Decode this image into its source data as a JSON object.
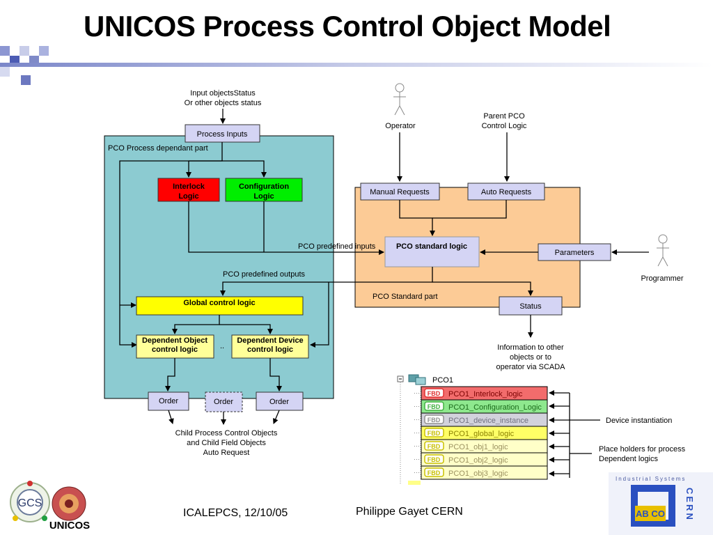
{
  "title": "UNICOS Process Control Object Model",
  "labels": {
    "input_line1": "Input objectsStatus",
    "input_line2": "Or other objects status",
    "process_inputs": "Process Inputs",
    "pco_process_dependant_part": "PCO Process dependant part",
    "interlock_line1": "Interlock",
    "interlock_line2": "Logic",
    "config_line1": "Configuration",
    "config_line2": "Logic",
    "pco_predefined_inputs": "PCO predefined inputs",
    "pco_predefined_outputs": "PCO predefined outputs",
    "global_control_logic": "Global control logic",
    "dep_object_line1": "Dependent Object",
    "dep_object_line2": "control logic",
    "dots": "..",
    "dep_device_line1": "Dependent Device",
    "dep_device_line2": "control logic",
    "order": "Order",
    "child_line1": "Child Process Control Objects",
    "child_line2": "and Child Field Objects",
    "child_line3": "Auto Request",
    "operator": "Operator",
    "parent_pco_line1": "Parent PCO",
    "parent_pco_line2": "Control Logic",
    "manual_requests": "Manual Requests",
    "auto_requests": "Auto Requests",
    "pco_standard_logic": "PCO standard logic",
    "parameters": "Parameters",
    "programmer": "Programmer",
    "pco_standard_part": "PCO Standard part",
    "status": "Status",
    "info_line1": "Information to other",
    "info_line2": "objects or  to",
    "info_line3": "operator via SCADA",
    "device_instantiation": "Device instantiation",
    "placeholders_line1": "Place holders for process",
    "placeholders_line2": "Dependent logics"
  },
  "tree": {
    "root": "PCO1",
    "items": [
      {
        "tag": "FBD",
        "label": "PCO1_Interlock_logic",
        "bg": "#f26c6c",
        "tag_color": "#e03030",
        "text_color": "#7a0000"
      },
      {
        "tag": "FBD",
        "label": "PCO1_Configuration_Logic",
        "bg": "#8ee88e",
        "tag_color": "#40b040",
        "text_color": "#1a6a1a"
      },
      {
        "tag": "FBD",
        "label": "PCO1_device_instance",
        "bg": "#d2d2dc",
        "tag_color": "#909090",
        "text_color": "#707080"
      },
      {
        "tag": "FBD",
        "label": "PCO1_global_logic",
        "bg": "#ffff66",
        "tag_color": "#c8c000",
        "text_color": "#8a8000"
      },
      {
        "tag": "FBD",
        "label": "PCO1_obj1_logic",
        "bg": "#ffffc8",
        "tag_color": "#c8c000",
        "text_color": "#9a9060"
      },
      {
        "tag": "FBD",
        "label": "PCO1_obj2_logic",
        "bg": "#ffffc8",
        "tag_color": "#c8c000",
        "text_color": "#9a9060"
      },
      {
        "tag": "FBD",
        "label": "PCO1_obj3_logic",
        "bg": "#ffffc8",
        "tag_color": "#c8c000",
        "text_color": "#9a9060"
      }
    ]
  },
  "footer": {
    "event": "ICALEPCS, 12/10/05",
    "author": "Philippe Gayet CERN",
    "logo_gcs": "GCS",
    "logo_unicos": "UNICOS",
    "logo_industrial": "Industrial Systems",
    "logo_abco": "AB CO",
    "logo_cern": "CERN"
  },
  "colors": {
    "teal_panel": "#8ccbd1",
    "orange_panel": "#fccb96",
    "lavender_box": "#d4d4f4",
    "interlock_red": "#ff0000",
    "config_green": "#00ee00",
    "global_yellow": "#ffff00",
    "dependent_yellow": "#ffff99"
  }
}
